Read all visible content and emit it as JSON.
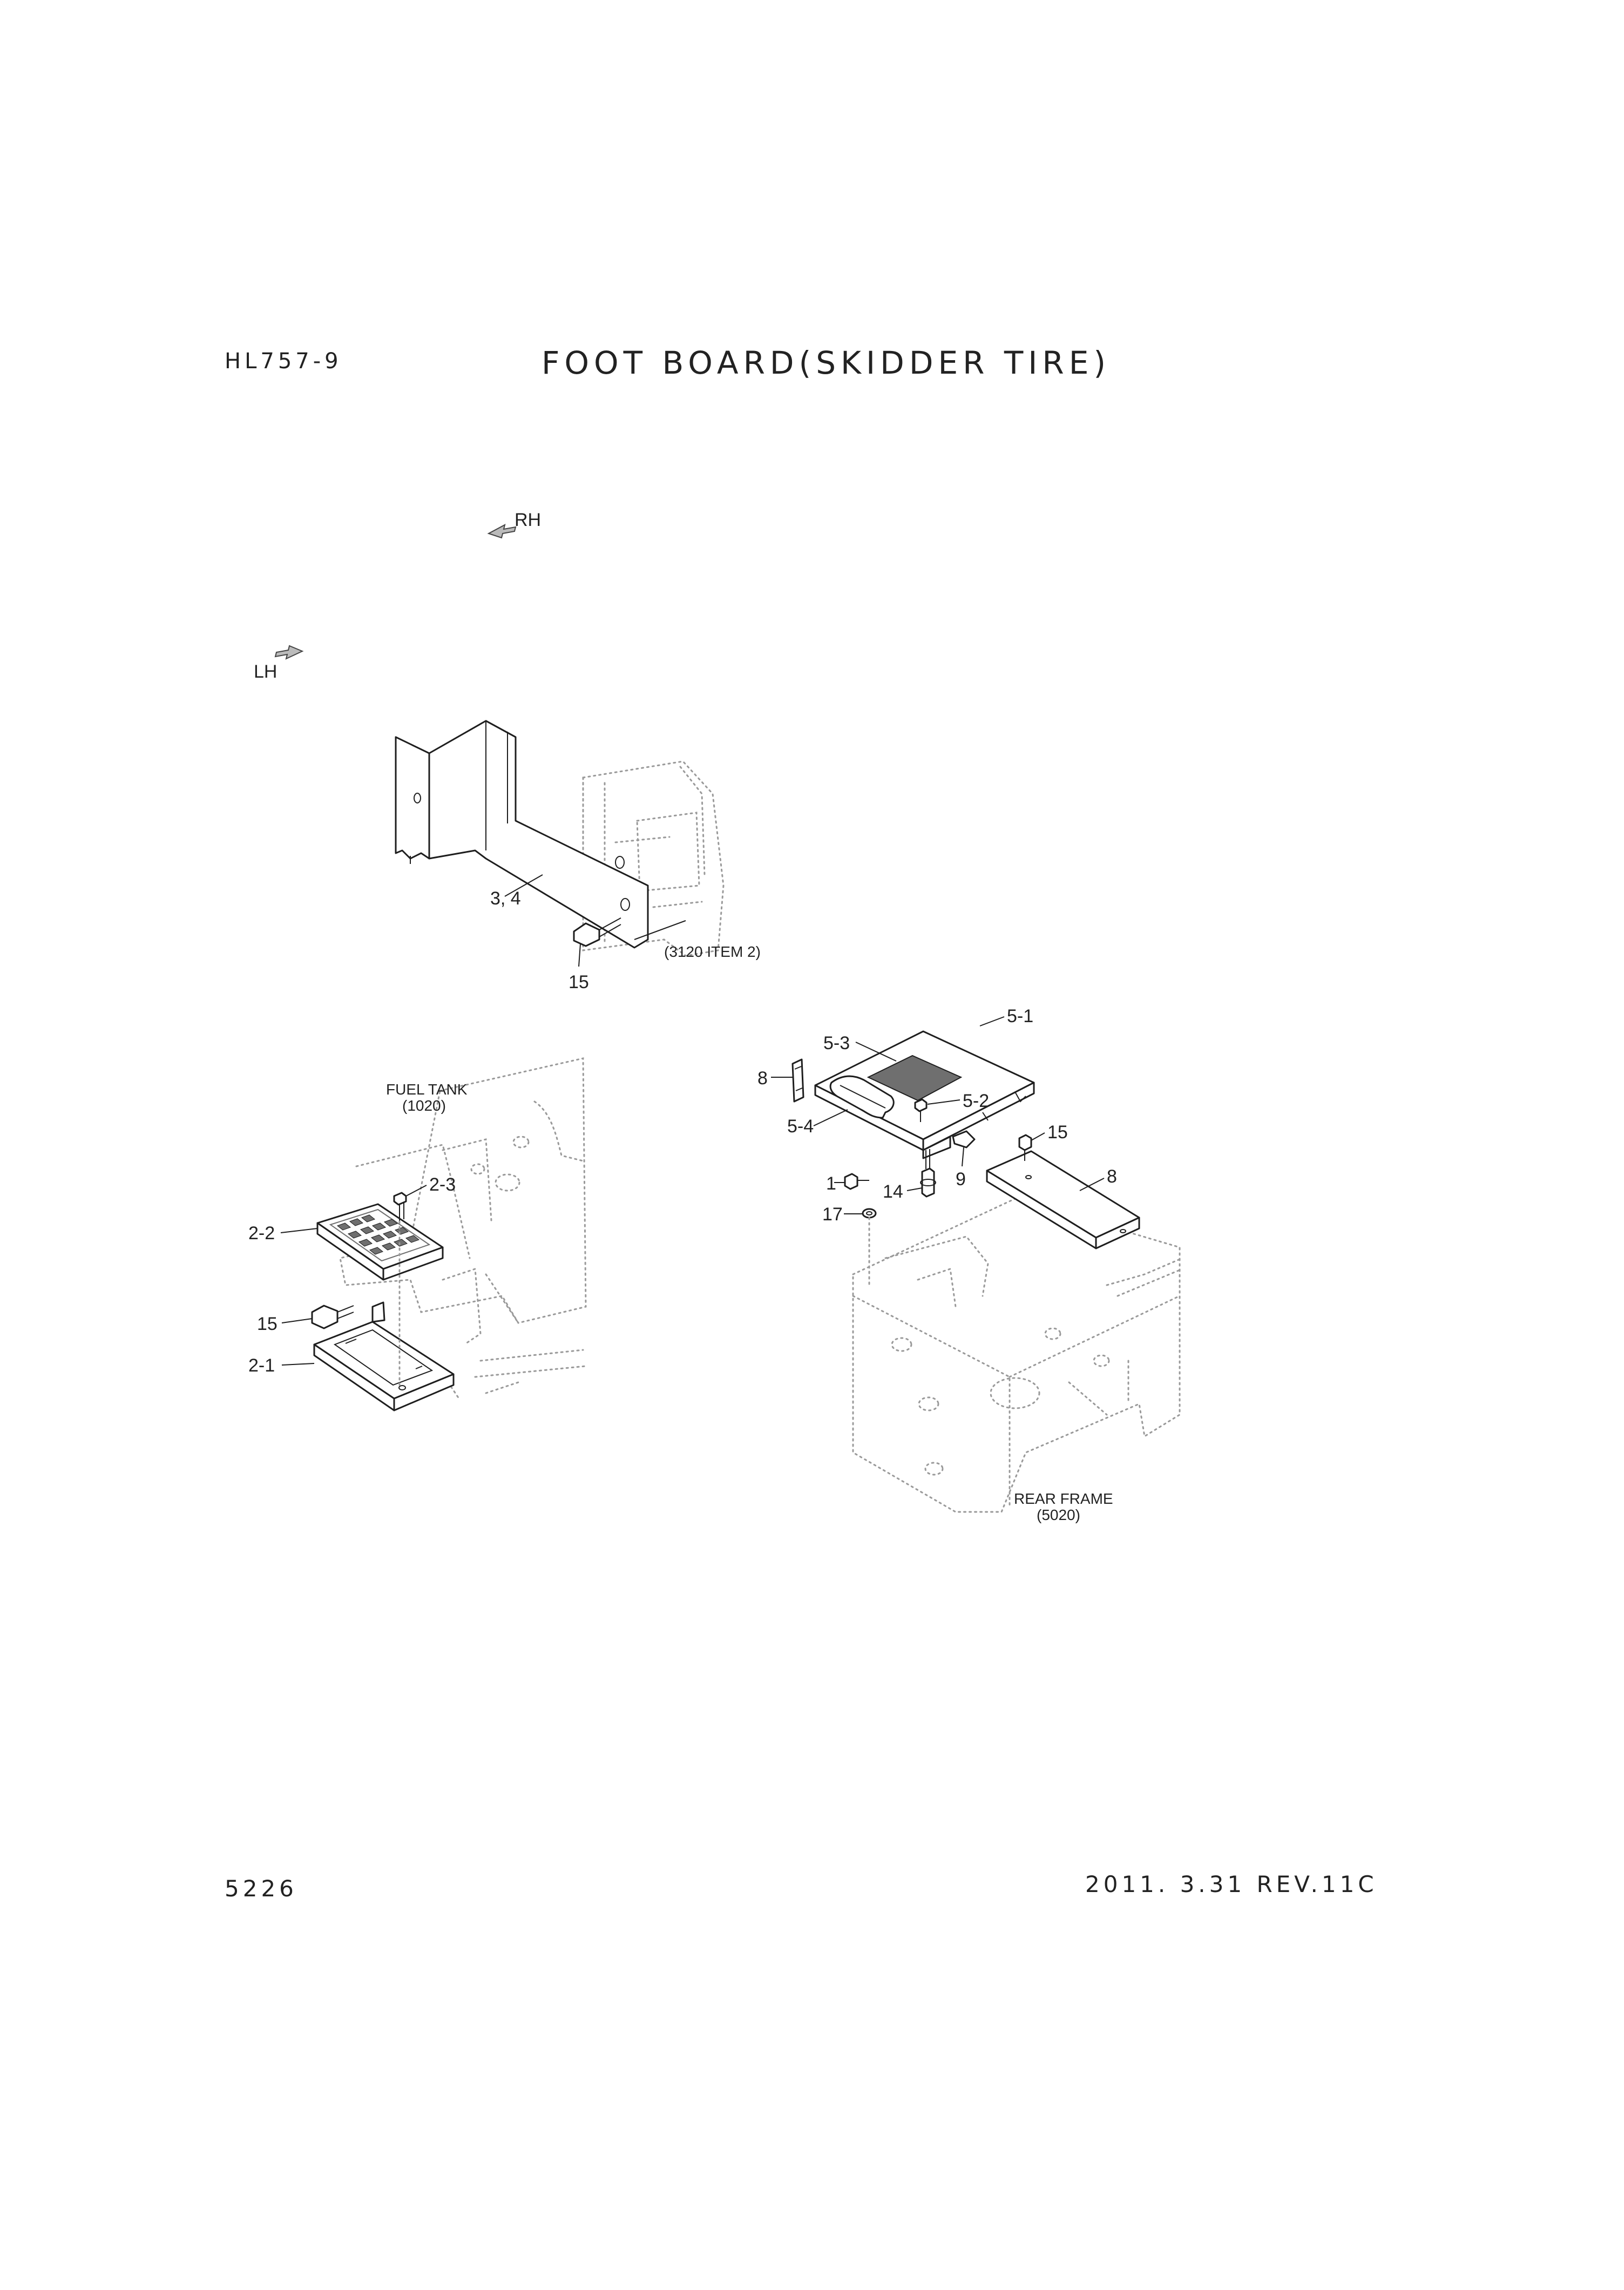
{
  "header": {
    "model": "HL757-9",
    "title": "FOOT BOARD(SKIDDER TIRE)"
  },
  "footer": {
    "page": "5226",
    "revision": "2011. 3.31  REV.11C"
  },
  "orientation": {
    "rh": "RH",
    "lh": "LH"
  },
  "references": {
    "item2": "(3120 ITEM 2)",
    "fuel_tank": "FUEL TANK",
    "fuel_tank_no": "(1020)",
    "rear_frame": "REAR FRAME",
    "rear_frame_no": "(5020)"
  },
  "callouts": {
    "p3_4": "3, 4",
    "p15_top": "15",
    "p5_1": "5-1",
    "p5_3": "5-3",
    "p8_left": "8",
    "p5_2": "5-2",
    "p5_4": "5-4",
    "p15_right": "15",
    "p9": "9",
    "p8_right": "8",
    "p1": "1",
    "p14": "14",
    "p17": "17",
    "p2_3": "2-3",
    "p2_2": "2-2",
    "p15_left": "15",
    "p2_1": "2-1"
  },
  "colors": {
    "ink": "#1e1e1e",
    "phantom": "#9a9a9a",
    "tread": "#6f6f6f"
  }
}
